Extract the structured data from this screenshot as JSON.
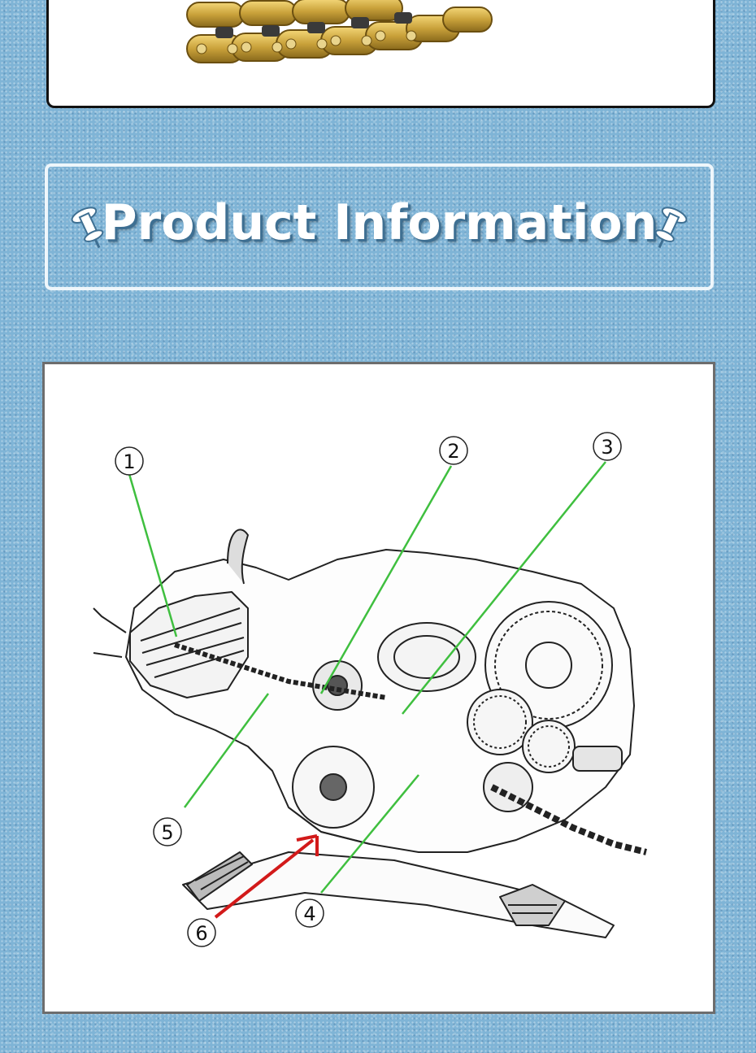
{
  "header": {
    "title": "Product Information",
    "left_icon": "pin-icon",
    "right_icon": "pin-icon"
  },
  "top_panel": {
    "image": "gold-roller-chain",
    "chain_color": "#c9a13a"
  },
  "diagram": {
    "image": "motorcycle-engine-cutaway-drawing",
    "leader_color": "#3fbf3f",
    "arrow_color": "#d21a1a",
    "callouts": [
      {
        "label": "1"
      },
      {
        "label": "2"
      },
      {
        "label": "3"
      },
      {
        "label": "4"
      },
      {
        "label": "5"
      },
      {
        "label": "6"
      }
    ]
  },
  "colors": {
    "background": "#7fb4d6",
    "frame": "#eef6fb",
    "title_shadow": "#3e6f92"
  }
}
